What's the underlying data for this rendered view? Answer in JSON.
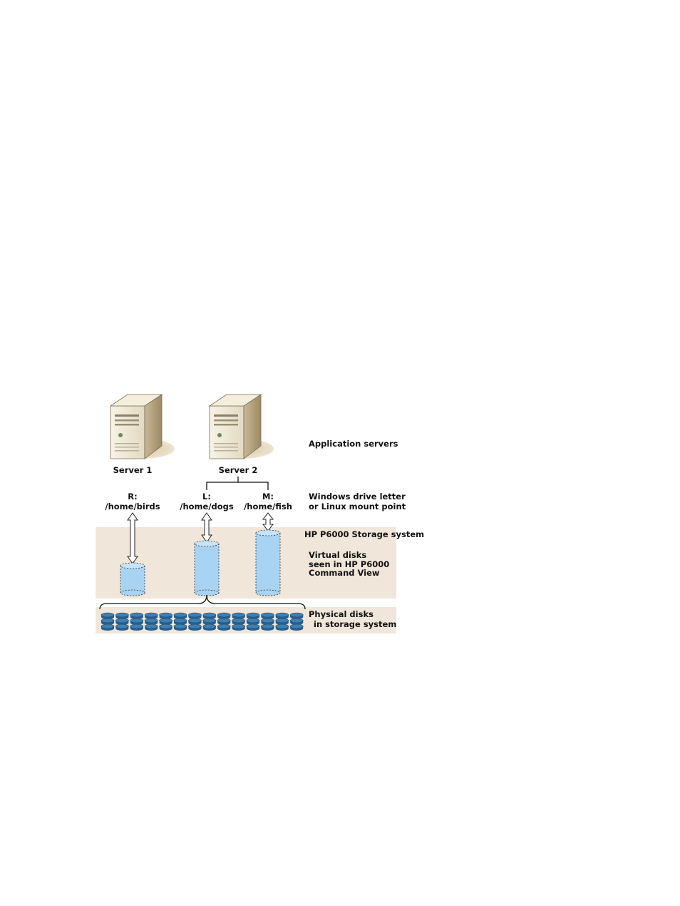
{
  "servers": [
    {
      "name": "Server 1",
      "drive_letter": "R:",
      "mount_point": "/home/birds"
    },
    {
      "name": "Server 2",
      "drive_letter": "L:",
      "mount_point": "/home/dogs"
    },
    {
      "name": "",
      "drive_letter": "M:",
      "mount_point": "/home/fish"
    }
  ],
  "labels": {
    "application_servers": "Application servers",
    "drive_letter_line1": "Windows drive letter",
    "drive_letter_line2": "or Linux mount point",
    "storage_system": "HP P6000 Storage system",
    "virtual_disks_line1": "Virtual disks",
    "virtual_disks_line2": "seen in HP P6000",
    "virtual_disks_line3": "Command View",
    "physical_disks_line1": "Physical disks",
    "physical_disks_line2": "in storage system"
  },
  "colors": {
    "storage_band": "#f1e6da",
    "virtual_disk": "#a9d3f2",
    "physical_disk": "#3e7fb3",
    "server_case": "#e9e2cf"
  },
  "icons": [
    "server-tower-icon",
    "virtual-disk-cylinder-icon",
    "physical-disk-stack-icon",
    "double-arrow-icon"
  ]
}
